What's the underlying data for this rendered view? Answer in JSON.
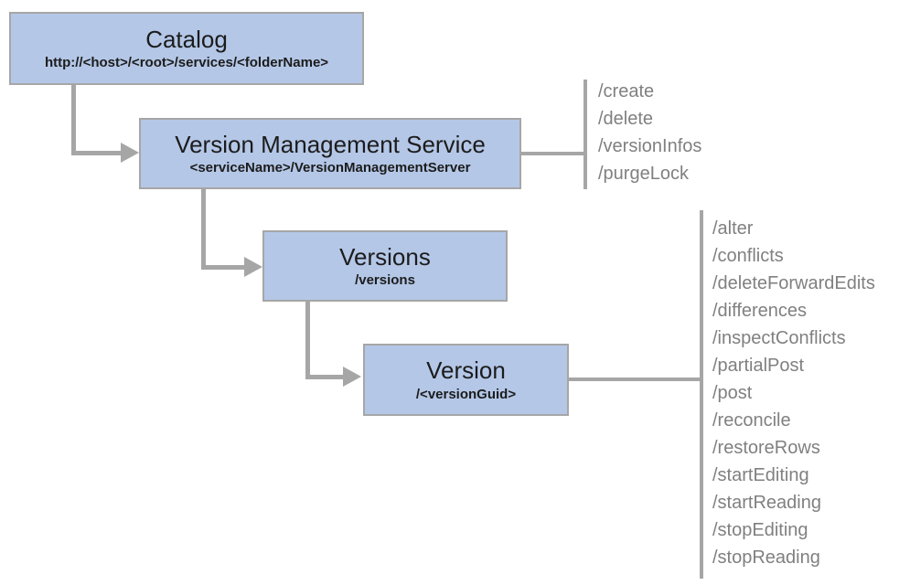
{
  "diagram": {
    "nodes": {
      "catalog": {
        "title": "Catalog",
        "path": "http://<host>/<root>/services/<folderName>"
      },
      "vms": {
        "title": "Version Management Service",
        "path": "<serviceName>/VersionManagementServer"
      },
      "versions": {
        "title": "Versions",
        "path": "/versions"
      },
      "version": {
        "title": "Version",
        "path": "/<versionGuid>"
      }
    },
    "operations": {
      "vms": [
        "/create",
        "/delete",
        "/versionInfos",
        "/purgeLock"
      ],
      "version": [
        "/alter",
        "/conflicts",
        "/deleteForwardEdits",
        "/differences",
        "/inspectConflicts",
        "/partialPost",
        "/post",
        "/reconcile",
        "/restoreRows",
        "/startEditing",
        "/startReading",
        "/stopEditing",
        "/stopReading"
      ]
    },
    "colors": {
      "box_fill": "#b4c7e7",
      "box_border": "#a6a6a6",
      "connector": "#a6a6a6",
      "operation_text": "#808080"
    }
  }
}
